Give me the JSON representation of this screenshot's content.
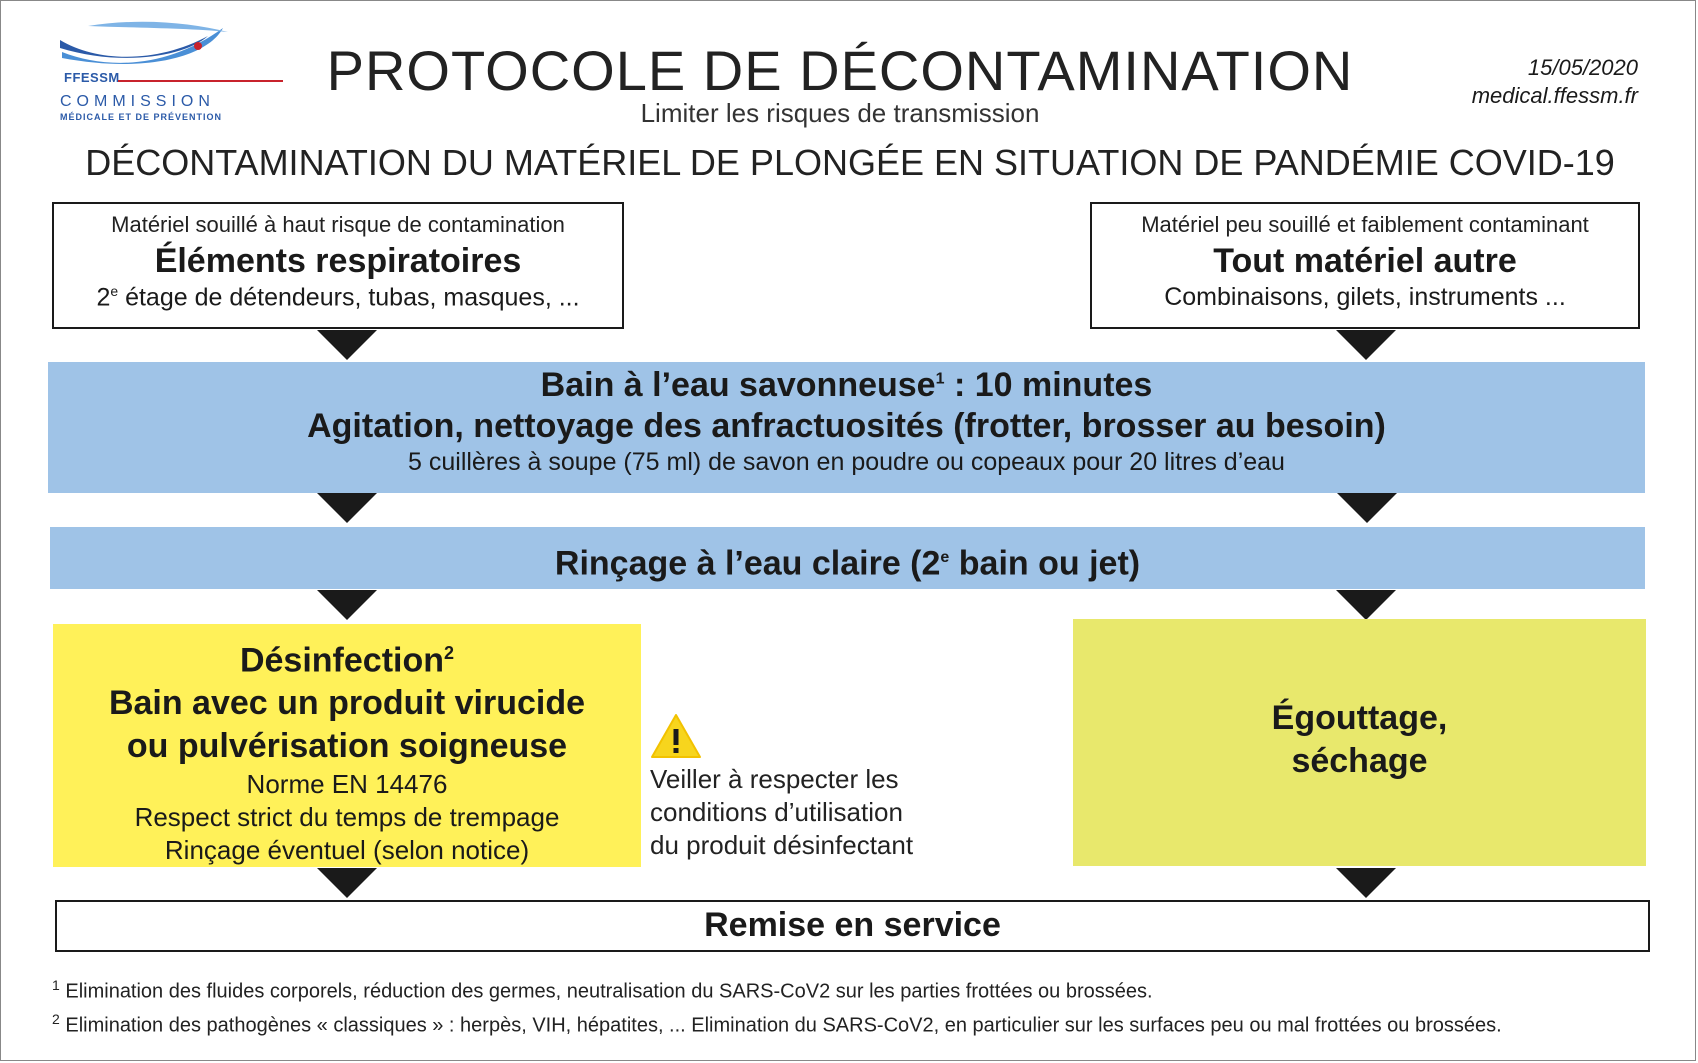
{
  "logo": {
    "org": "FFESSM",
    "commission": "COMMISSION",
    "sub": "MÉDICALE ET DE PRÉVENTION"
  },
  "header": {
    "title": "PROTOCOLE DE DÉCONTAMINATION",
    "subtitle": "Limiter les risques de transmission",
    "date": "15/05/2020",
    "site": "medical.ffessm.fr",
    "title2": "DÉCONTAMINATION DU MATÉRIEL DE PLONGÉE EN SITUATION DE PANDÉMIE COVID-19"
  },
  "left_source": {
    "caption": "Matériel souillé à haut risque de contamination",
    "heading": "Éléments respiratoires",
    "desc_pre": "2",
    "desc_sup": "e",
    "desc_post": " étage de détendeurs, tubas, masques, ..."
  },
  "right_source": {
    "caption": "Matériel peu souillé et faiblement contaminant",
    "heading": "Tout matériel autre",
    "desc": "Combinaisons, gilets, instruments ..."
  },
  "bain": {
    "line1_pre": "Bain à l’eau savonneuse",
    "line1_sup": "1",
    "line1_post": " : 10 minutes",
    "line2": "Agitation, nettoyage des anfractuosités (frotter, brosser au besoin)",
    "line3": "5 cuillères à soupe (75 ml) de savon en poudre ou copeaux pour 20 litres d’eau"
  },
  "rincage": {
    "pre": "Rinçage à l’eau claire (2",
    "sup": "e",
    "post": " bain ou jet)"
  },
  "desinfection": {
    "title": "Désinfection",
    "title_sup": "2",
    "l2": "Bain avec un produit virucide",
    "l3": "ou pulvérisation soigneuse",
    "l4": "Norme EN 14476",
    "l5": "Respect strict du temps de trempage",
    "l6": "Rinçage éventuel (selon notice)"
  },
  "warning": {
    "icon": "warning-triangle-icon",
    "l1": "Veiller à respecter les",
    "l2": "conditions d’utilisation",
    "l3": "du produit désinfectant"
  },
  "egouttage": {
    "l1": "Égouttage,",
    "l2": "séchage"
  },
  "remise": "Remise en service",
  "footnotes": [
    {
      "num": "1",
      "text": "Elimination des fluides corporels, réduction des germes, neutralisation du SARS-CoV2 sur les parties frottées ou brossées."
    },
    {
      "num": "2",
      "text": "Elimination des pathogènes « classiques » : herpès, VIH, hépatites, ... Elimination du SARS-CoV2, en particulier sur les surfaces peu ou mal frottées ou brossées."
    }
  ],
  "colors": {
    "band_blue": "#9fc3e7",
    "disinfection_yellow": "#fff159",
    "drying_yellow": "#e8e86c",
    "warning_yellow": "#f7d51d",
    "logo_blue": "#2b5aa8",
    "logo_red": "#c8232c"
  }
}
